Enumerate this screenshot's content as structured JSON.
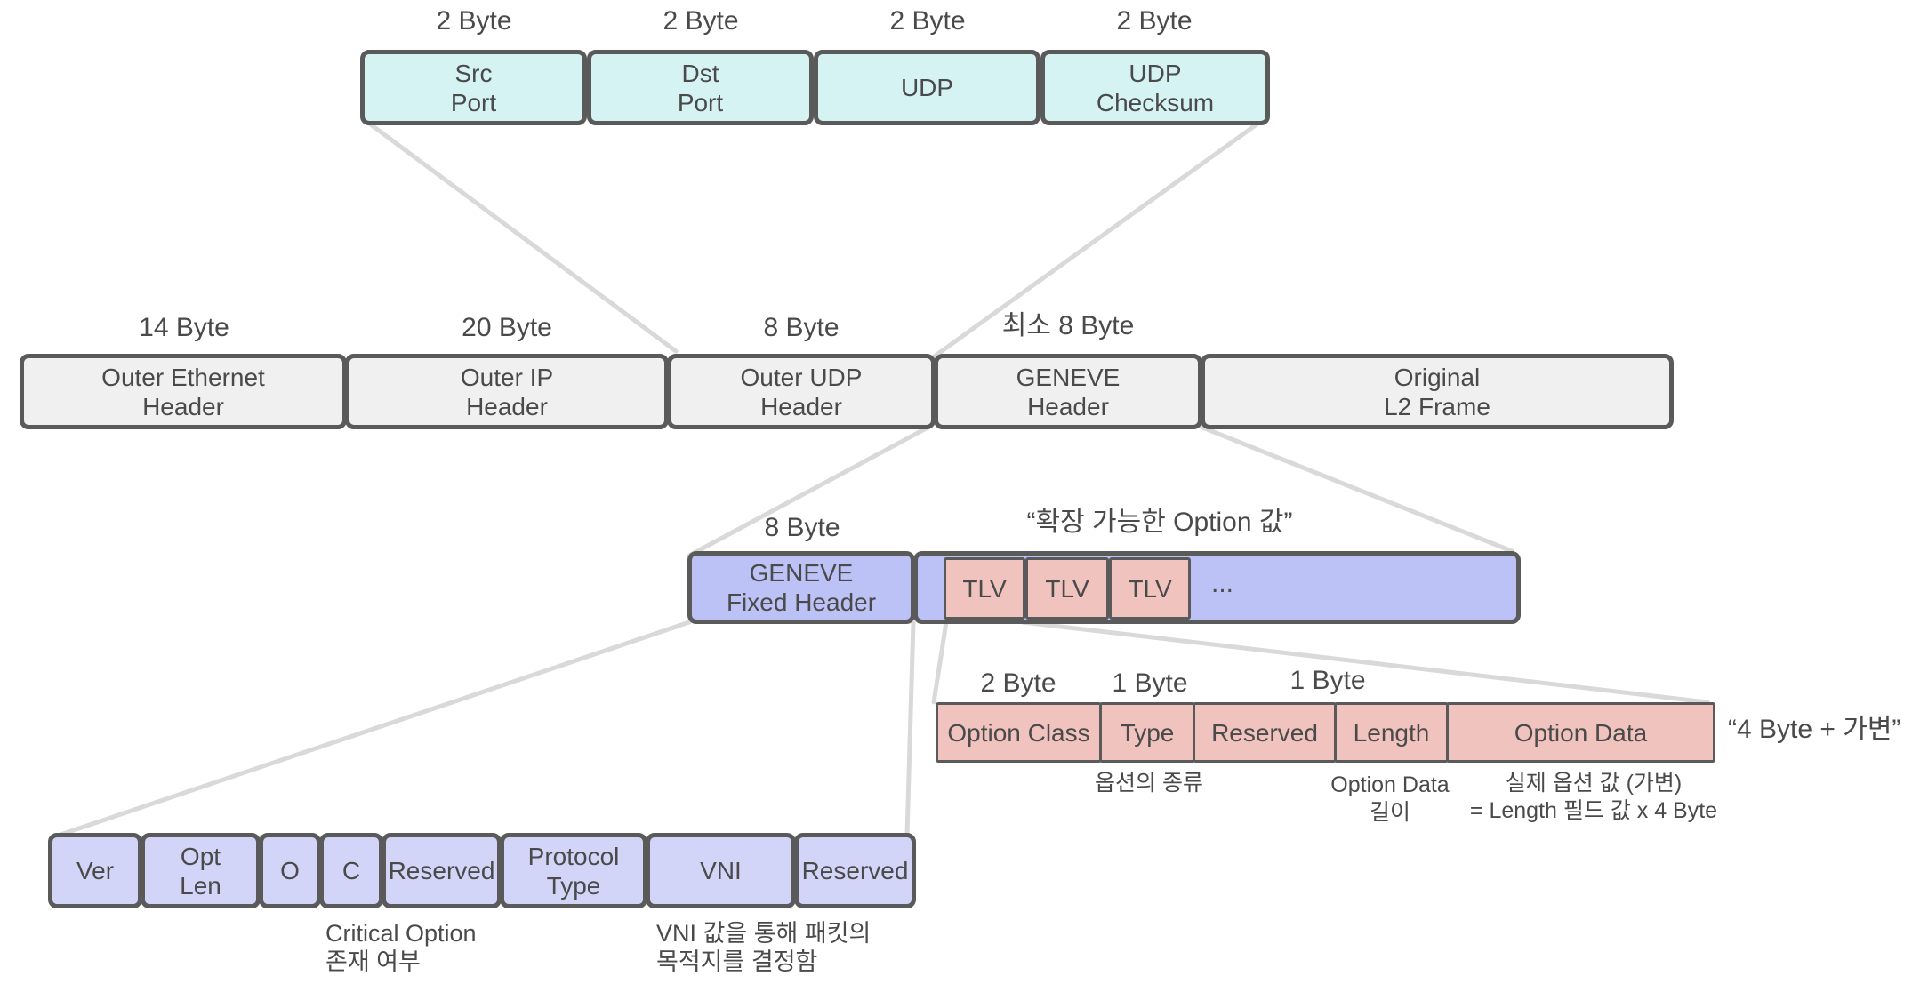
{
  "udp_header": {
    "fields": [
      {
        "size": "2 Byte",
        "label": "Src\nPort"
      },
      {
        "size": "2 Byte",
        "label": "Dst\nPort"
      },
      {
        "size": "2 Byte",
        "label": "UDP"
      },
      {
        "size": "2 Byte",
        "label": "UDP\nChecksum"
      }
    ]
  },
  "packet": {
    "fields": [
      {
        "size": "14 Byte",
        "label": "Outer Ethernet\nHeader"
      },
      {
        "size": "20 Byte",
        "label": "Outer IP\nHeader"
      },
      {
        "size": "8 Byte",
        "label": "Outer UDP\nHeader"
      },
      {
        "size": "최소 8 Byte",
        "label": "GENEVE\nHeader"
      },
      {
        "size": "",
        "label": "Original\nL2 Frame"
      }
    ]
  },
  "geneve": {
    "fixed_size": "8 Byte",
    "fixed_label": "GENEVE\nFixed Header",
    "options_caption": "“확장 가능한 Option 값”",
    "tlvs": [
      "TLV",
      "TLV",
      "TLV"
    ],
    "ellipsis": "..."
  },
  "fixed_header_fields": {
    "fields": [
      "Ver",
      "Opt\nLen",
      "O",
      "C",
      "Reserved",
      "Protocol\nType",
      "VNI",
      "Reserved"
    ],
    "note_c": "Critical Option\n존재 여부",
    "note_vni": "VNI 값을 통해 패킷의\n목적지를 결정함"
  },
  "tlv_detail": {
    "sizes": [
      "2 Byte",
      "1 Byte",
      "1 Byte"
    ],
    "fields": [
      "Option Class",
      "Type",
      "Reserved",
      "Length",
      "Option Data"
    ],
    "caption": "“4 Byte + 가변”",
    "note_type": "옵션의 종류",
    "note_length": "Option Data\n길이",
    "note_data": "실제 옵션 값 (가변)\n= Length 필드 값 x 4 Byte"
  }
}
